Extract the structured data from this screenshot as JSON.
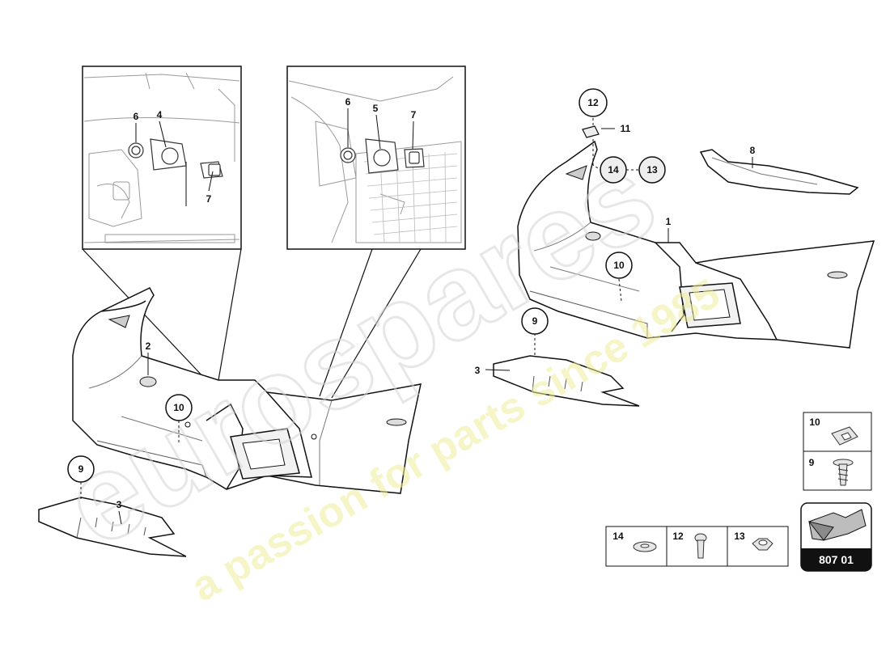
{
  "watermark": {
    "brand": "eurospares",
    "tagline": "a passion for parts since 1985"
  },
  "callouts": {
    "c1": "1",
    "c2": "2",
    "c3a": "3",
    "c3b": "3",
    "c4": "4",
    "c5": "5",
    "c6a": "6",
    "c6b": "6",
    "c7a": "7",
    "c7b": "7",
    "c8": "8",
    "c9a": "9",
    "c9b": "9",
    "c10a": "10",
    "c10b": "10",
    "c11": "11",
    "c12": "12",
    "c13": "13",
    "c14": "14"
  },
  "legend_side": {
    "top": "10",
    "bottom": "9"
  },
  "legend_bottom": {
    "a": "14",
    "b": "12",
    "c": "13"
  },
  "page_ref": "807 01"
}
